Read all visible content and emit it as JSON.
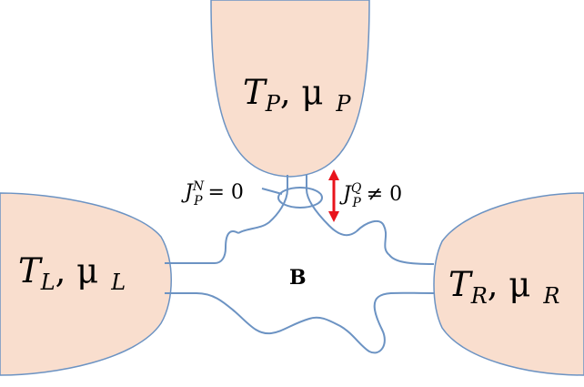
{
  "reservoirs": {
    "probe": {
      "T": "T",
      "T_sub": "P",
      "sep": ", ",
      "mu": "μ",
      "mu_sub": "P"
    },
    "left": {
      "T": "T",
      "T_sub": "L",
      "sep": ", ",
      "mu": "μ",
      "mu_sub": "L"
    },
    "right": {
      "T": "T",
      "T_sub": "R",
      "sep": ", ",
      "mu": "μ",
      "mu_sub": "R"
    }
  },
  "system_label": "B",
  "particle_current": {
    "J": "J",
    "sub": "P",
    "sup": "N",
    "relation": "= 0"
  },
  "heat_current": {
    "J": "J",
    "sub": "P",
    "sup": "Q",
    "relation": "≠ 0"
  },
  "colors": {
    "reservoir_fill": "#f9dece",
    "outline": "#6c93c3",
    "arrow": "#e8141c"
  }
}
